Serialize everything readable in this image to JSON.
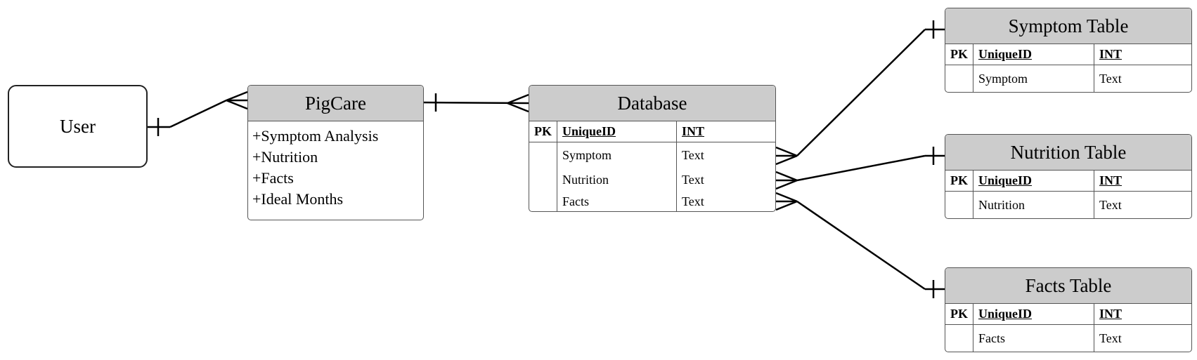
{
  "user": {
    "label": "User"
  },
  "pigcare": {
    "title": "PigCare",
    "members": [
      "+Symptom Analysis",
      "+Nutrition",
      "+Facts",
      "+Ideal Months"
    ]
  },
  "database": {
    "title": "Database",
    "pk_label": "PK",
    "key": {
      "name": "UniqueID",
      "type": "INT"
    },
    "fields": [
      {
        "name": "Symptom",
        "type": "Text"
      },
      {
        "name": "Nutrition",
        "type": "Text"
      },
      {
        "name": "Facts",
        "type": "Text"
      }
    ]
  },
  "tables": [
    {
      "title": "Symptom Table",
      "pk_label": "PK",
      "key": {
        "name": "UniqueID",
        "type": "INT"
      },
      "field": {
        "name": "Symptom",
        "type": "Text"
      }
    },
    {
      "title": "Nutrition Table",
      "pk_label": "PK",
      "key": {
        "name": "UniqueID",
        "type": "INT"
      },
      "field": {
        "name": "Nutrition",
        "type": "Text"
      }
    },
    {
      "title": "Facts Table",
      "pk_label": "PK",
      "key": {
        "name": "UniqueID",
        "type": "INT"
      },
      "field": {
        "name": "Facts",
        "type": "Text"
      }
    }
  ],
  "colors": {
    "header_fill": "#cccccc",
    "border": "#555555",
    "line": "#000000"
  }
}
